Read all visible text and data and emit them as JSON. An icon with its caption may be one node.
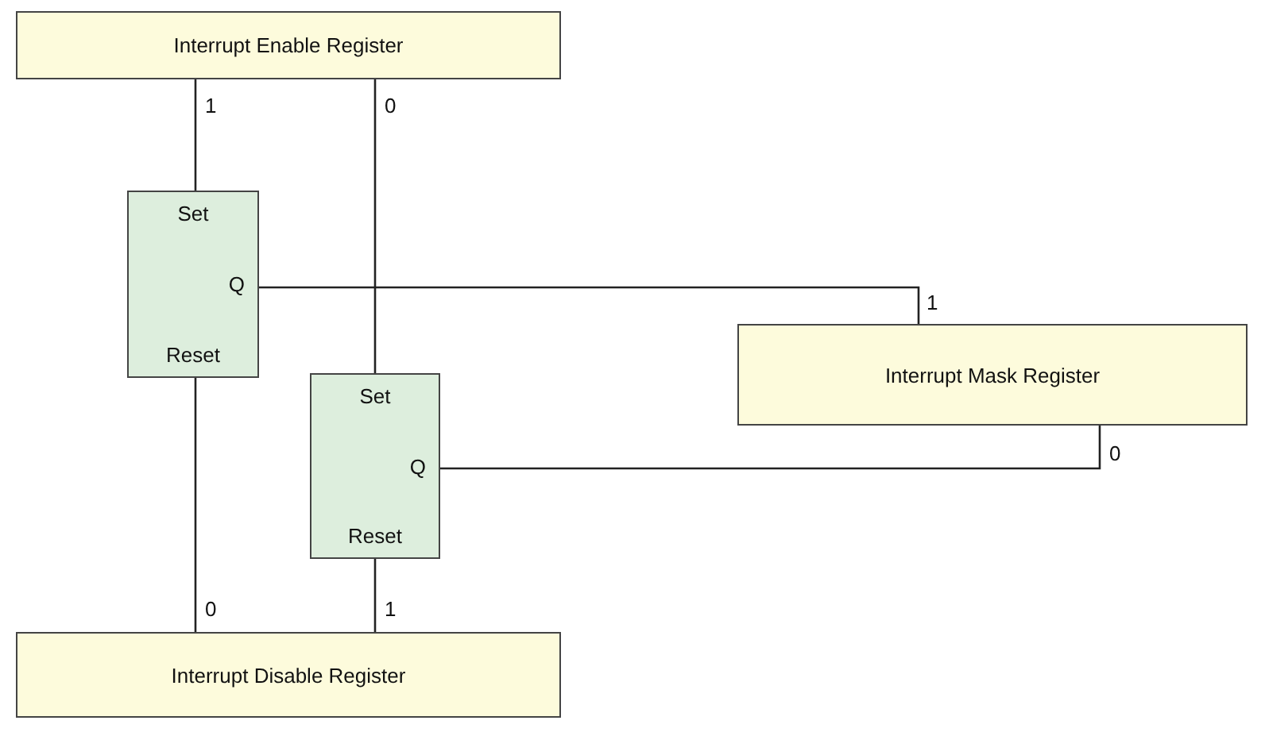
{
  "diagram": {
    "nodes": [
      {
        "text": [
          "Interrupt Enable Register"
        ]
      },
      {
        "text": [
          "Set",
          "Q",
          "Reset"
        ]
      },
      {
        "text": [
          "Interrupt Mask Register"
        ]
      },
      {
        "text": [
          "Set",
          "Q",
          "Reset"
        ]
      },
      {
        "text": [
          "Interrupt Disable Register"
        ]
      }
    ],
    "edges": [
      {
        "from": 0,
        "to": 1,
        "arrow": "none",
        "label": "1"
      },
      {
        "from": 0,
        "to": 3,
        "arrow": "none",
        "label": "0"
      },
      {
        "from": 1,
        "to": 2,
        "arrow": "none",
        "label": "1"
      },
      {
        "from": 3,
        "to": 2,
        "arrow": "none",
        "label": "0"
      },
      {
        "from": 1,
        "to": 4,
        "arrow": "none",
        "label": "0"
      },
      {
        "from": 3,
        "to": 4,
        "arrow": "none",
        "label": "1"
      }
    ]
  }
}
